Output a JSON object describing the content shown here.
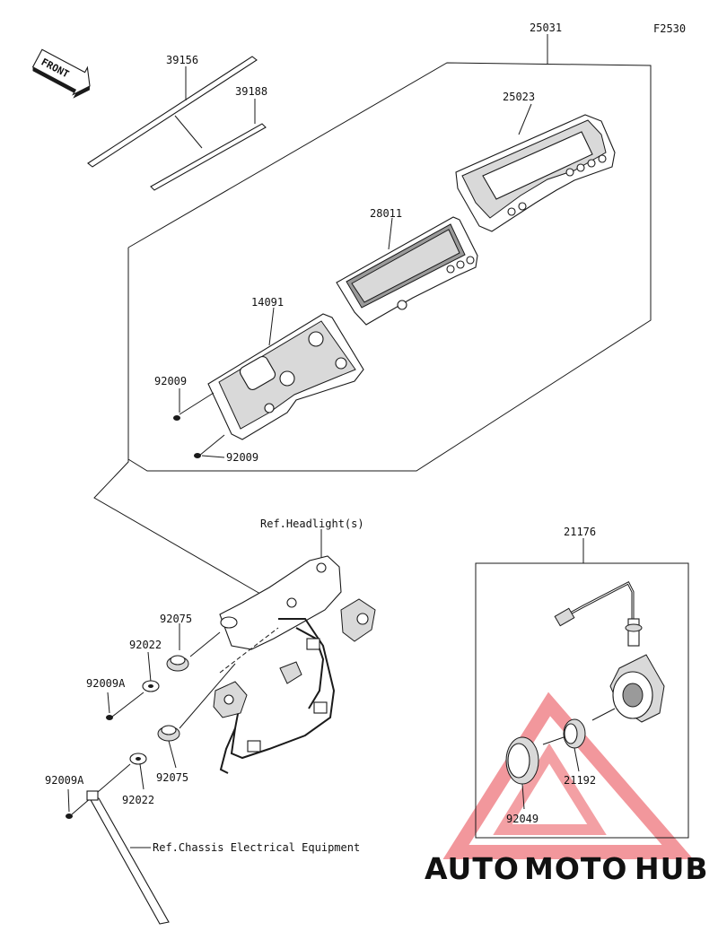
{
  "figure_code": "F2530",
  "front_label": "FRONT",
  "labels": {
    "p25031": "25031",
    "p39156": "39156",
    "p39188": "39188",
    "p25023": "25023",
    "p28011": "28011",
    "p14091": "14091",
    "p92009_a": "92009",
    "p92009_b": "92009",
    "ref_headlight": "Ref.Headlight(s)",
    "p21176": "21176",
    "p92075_a": "92075",
    "p92022_a": "92022",
    "p92009A_a": "92009A",
    "p92075_b": "92075",
    "p92022_b": "92022",
    "p92009A_b": "92009A",
    "p21192": "21192",
    "p92049": "92049",
    "ref_chassis": "Ref.Chassis Electrical Equipment"
  },
  "watermark": {
    "part1": "AUTO",
    "part2": "MOTO",
    "part3": "HUB",
    "color1": "#f3b24a",
    "color2": "#f3b24a",
    "color3": "#7d7d7d",
    "triangle_color": "#e8424a"
  }
}
